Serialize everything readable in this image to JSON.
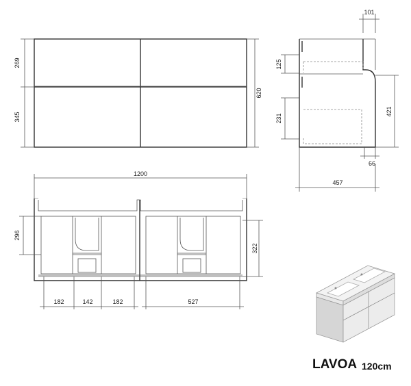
{
  "product": {
    "name": "LAVOA",
    "size": "120cm"
  },
  "front_view": {
    "dims": {
      "top_drawer": "269",
      "bottom_drawer": "345",
      "total_height": "620"
    }
  },
  "side_view": {
    "dims": {
      "top_depth": "101",
      "upper_drawer": "125",
      "lower_drawer": "231",
      "right_height": "421",
      "bottom_offset": "66",
      "total_depth": "457"
    }
  },
  "plan_view": {
    "dims": {
      "total_width": "1200",
      "left_height": "296",
      "right_height": "322",
      "seg_a": "182",
      "seg_b": "142",
      "seg_c": "182",
      "seg_d": "527"
    }
  },
  "colors": {
    "line": "#555555",
    "dashed": "#888888",
    "text": "#222222"
  }
}
